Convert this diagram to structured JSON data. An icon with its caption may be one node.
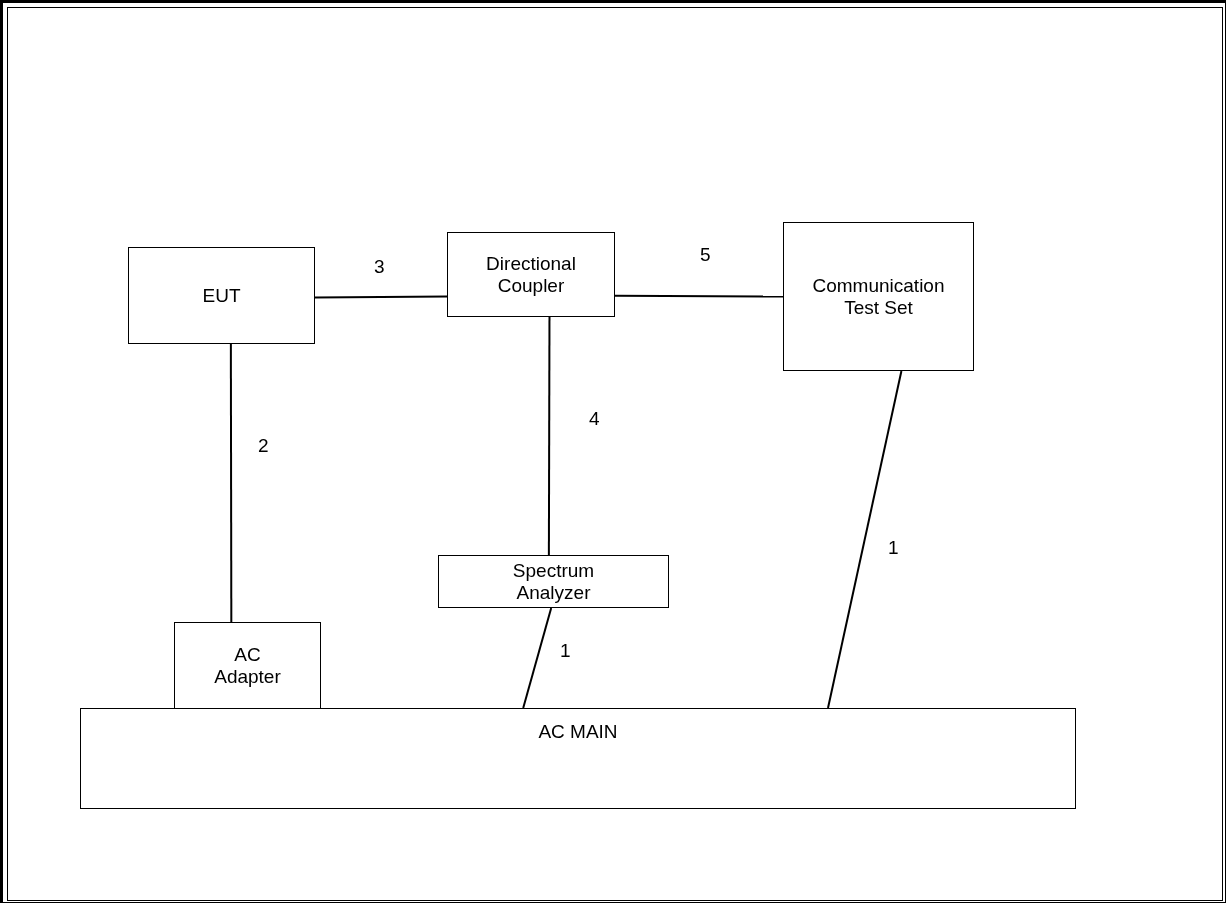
{
  "diagram": {
    "nodes": [
      {
        "text": [
          "EUT"
        ]
      },
      {
        "text": [
          "Directional Coupler"
        ]
      },
      {
        "text": [
          "Communication Test Set"
        ]
      },
      {
        "text": [
          "Spectrum Analyzer"
        ]
      },
      {
        "text": [
          "AC Adapter"
        ]
      },
      {
        "text": [
          "AC MAIN"
        ]
      }
    ],
    "edges": [
      {
        "from": 0,
        "to": 1,
        "arrow": "none",
        "label": "3"
      },
      {
        "from": 1,
        "to": 2,
        "arrow": "none",
        "label": "5"
      },
      {
        "from": 1,
        "to": 3,
        "arrow": "none",
        "label": "4"
      },
      {
        "from": 0,
        "to": 4,
        "arrow": "none",
        "label": "2"
      },
      {
        "from": 3,
        "to": 5,
        "arrow": "none",
        "label": "1"
      },
      {
        "from": 2,
        "to": 5,
        "arrow": "none",
        "label": "1"
      }
    ]
  }
}
